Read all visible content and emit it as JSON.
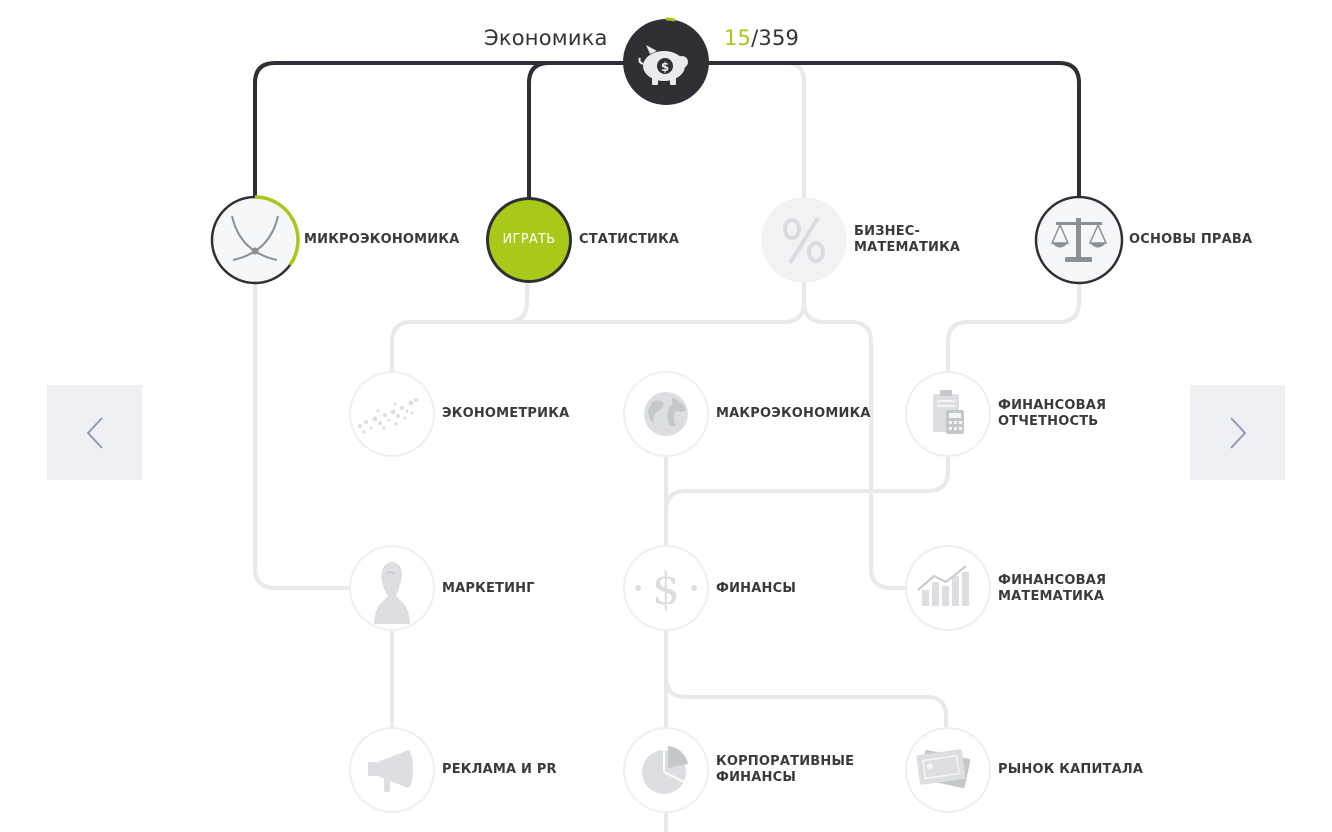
{
  "header": {
    "title": "Экономика",
    "progress_done": "15",
    "progress_separator": "/",
    "progress_total": "359",
    "accent_color": "#a8c81a",
    "root_icon": "piggy-bank-dollar-icon"
  },
  "nav": {
    "prev_icon": "chevron-left-icon",
    "next_icon": "chevron-right-icon"
  },
  "play_label": "ИГРАТЬ",
  "nodes": [
    {
      "id": "microeconomics",
      "label_lines": [
        "МИКРОЭКОНОМИКА"
      ],
      "icon": "supply-demand-curves-icon",
      "state": "unlocked-in-progress"
    },
    {
      "id": "statistics",
      "label_lines": [
        "СТАТИСТИКА"
      ],
      "icon": "play-badge",
      "state": "playable"
    },
    {
      "id": "business-math",
      "label_lines": [
        "БИЗНЕС-",
        "МАТЕМАТИКА"
      ],
      "icon": "percent-icon",
      "state": "locked"
    },
    {
      "id": "law-basics",
      "label_lines": [
        "ОСНОВЫ ПРАВА"
      ],
      "icon": "scales-icon",
      "state": "unlocked"
    },
    {
      "id": "econometrics",
      "label_lines": [
        "ЭКОНОМЕТРИКА"
      ],
      "icon": "scatter-plot-icon",
      "state": "locked"
    },
    {
      "id": "macroeconomics",
      "label_lines": [
        "МАКРОЭКОНОМИКА"
      ],
      "icon": "globe-icon",
      "state": "locked"
    },
    {
      "id": "financial-reporting",
      "label_lines": [
        "ФИНАНСОВАЯ",
        "ОТЧЕТНОСТЬ"
      ],
      "icon": "clipboard-calculator-icon",
      "state": "locked"
    },
    {
      "id": "marketing",
      "label_lines": [
        "МАРКЕТИНГ"
      ],
      "icon": "bust-icon",
      "state": "locked"
    },
    {
      "id": "finance",
      "label_lines": [
        "ФИНАНСЫ"
      ],
      "icon": "dollar-icon",
      "state": "locked"
    },
    {
      "id": "financial-math",
      "label_lines": [
        "ФИНАНСОВАЯ",
        "МАТЕМАТИКА"
      ],
      "icon": "bar-chart-icon",
      "state": "locked"
    },
    {
      "id": "advertising-pr",
      "label_lines": [
        "РЕКЛАМА И PR"
      ],
      "icon": "megaphone-icon",
      "state": "locked"
    },
    {
      "id": "corporate-finance",
      "label_lines": [
        "КОРПОРАТИВНЫЕ",
        "ФИНАНСЫ"
      ],
      "icon": "pie-chart-icon",
      "state": "locked"
    },
    {
      "id": "capital-market",
      "label_lines": [
        "РЫНОК КАПИТАЛА"
      ],
      "icon": "share-certificates-icon",
      "state": "locked"
    }
  ]
}
